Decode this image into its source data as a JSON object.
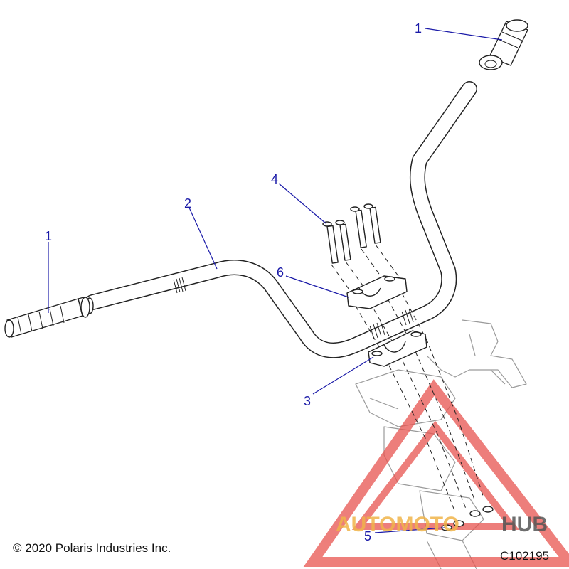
{
  "callouts": [
    {
      "id": "grip-right",
      "label": "1"
    },
    {
      "id": "grip-left",
      "label": "1"
    },
    {
      "id": "handlebar",
      "label": "2"
    },
    {
      "id": "bolts",
      "label": "4"
    },
    {
      "id": "upper-clamp",
      "label": "6"
    },
    {
      "id": "lower-clamp",
      "label": "3"
    },
    {
      "id": "fasteners",
      "label": "5"
    }
  ],
  "footer": {
    "copyright": "© 2020 Polaris Industries Inc.",
    "figure_id": "C102195"
  },
  "watermark": {
    "text_left": "AUTOMOTO",
    "text_right": "HUB",
    "color_accent": "#e8544f",
    "color_orange": "#f0b44a",
    "color_gray": "#555555"
  },
  "colors": {
    "callout": "#1a1aa8",
    "line": "#222222"
  }
}
